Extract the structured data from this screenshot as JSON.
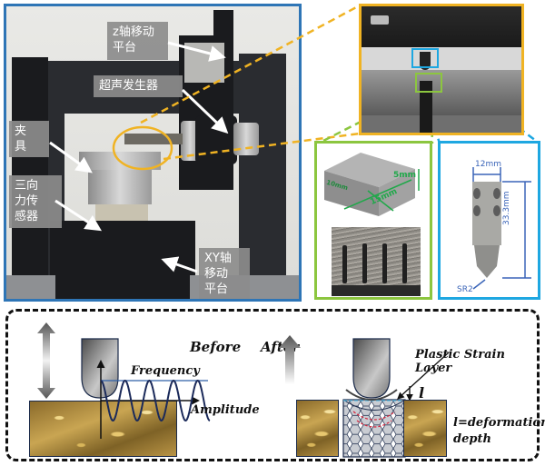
{
  "photo_labels": {
    "z_stage": "z轴移动\n平台",
    "ultrasonic_generator": "超声发生器",
    "fixture": "夹\n具",
    "force_sensor": "三向\n力传\n感器",
    "xy_stage": "XY轴\n移动\n平台"
  },
  "sample_dims": {
    "height": "5mm",
    "length": "15mm",
    "width": "10mm"
  },
  "tool_dims": {
    "diameter": "12mm",
    "length": "33.3mm",
    "tip_radius": "SR2"
  },
  "process": {
    "before_label": "Before",
    "after_label": "After",
    "frequency_label": "Frequency",
    "amplitude_label": "Amplitude",
    "plastic_layer_label": "Plastic Strain Layer",
    "depth_symbol": "l",
    "depth_def_line1": "l=deformation",
    "depth_def_line2": "depth"
  },
  "colors": {
    "photo_border": "#2e75b6",
    "zoom_border": "#f0b323",
    "sample_border": "#8cc63f",
    "tool_border": "#1ea7e1",
    "wave": "#1b2a5a"
  }
}
